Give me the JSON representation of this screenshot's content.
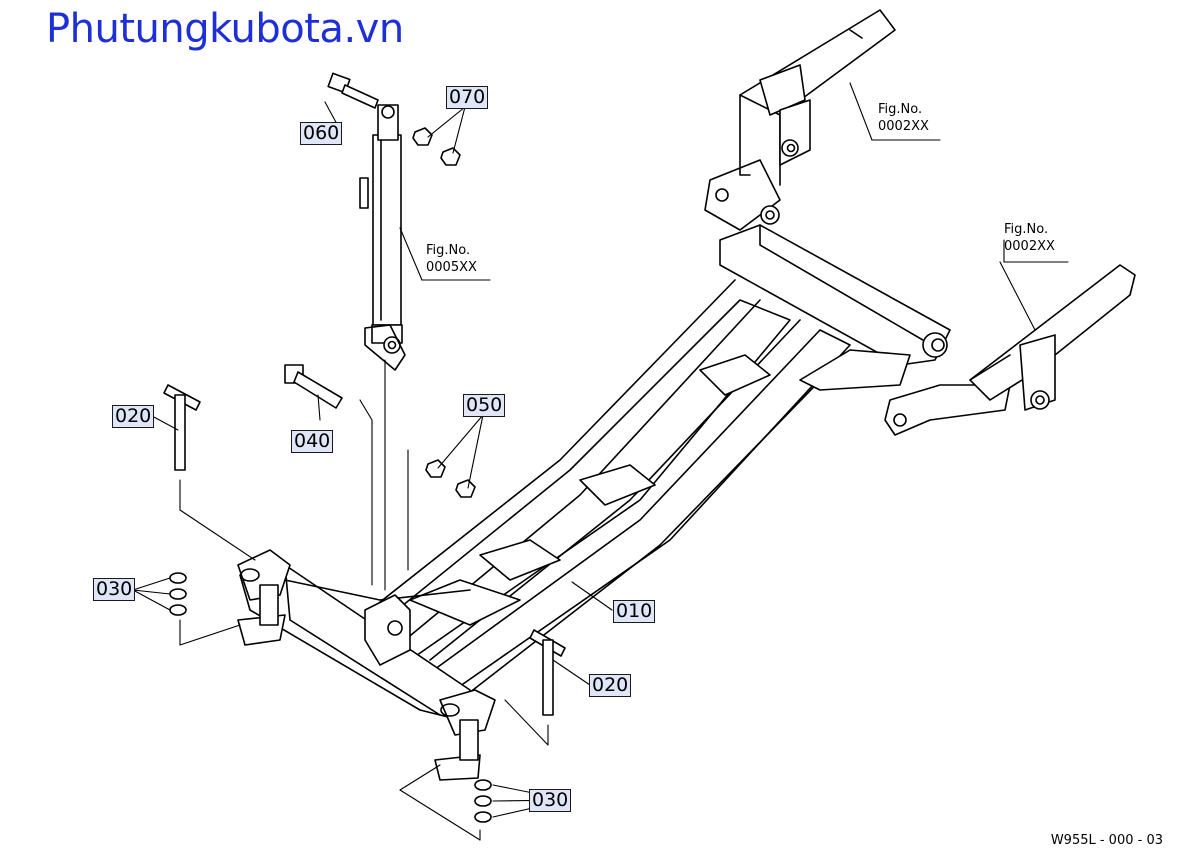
{
  "watermark": "Phutungkubota.vn",
  "diagram_code": "W955L - 000 - 03",
  "callouts": {
    "c010": "010",
    "c020_left": "020",
    "c020_right": "020",
    "c030_left": "030",
    "c030_bottom": "030",
    "c040": "040",
    "c050": "050",
    "c060": "060",
    "c070": "070"
  },
  "fig_refs": {
    "top_right": {
      "label": "Fig.No.",
      "code": "0002XX"
    },
    "right": {
      "label": "Fig.No.",
      "code": "0002XX"
    },
    "cylinder": {
      "label": "Fig.No.",
      "code": "0005XX"
    }
  },
  "colors": {
    "watermark": "#1f2fd6",
    "callout_bg": "#dfe6f7",
    "line": "#000000"
  }
}
